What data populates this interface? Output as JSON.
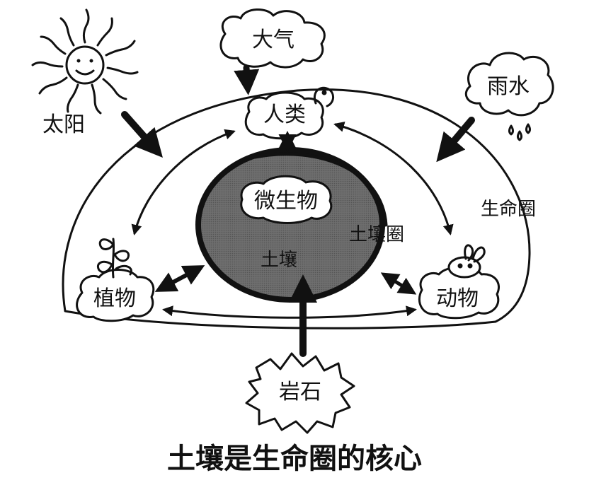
{
  "diagram": {
    "labels": {
      "atmosphere": "大气",
      "sun": "太阳",
      "rain": "雨水",
      "humans": "人类",
      "microbes": "微生物",
      "soil_sphere": "土壤圈",
      "soil": "土壤",
      "biosphere": "生命圈",
      "plants": "植物",
      "animals": "动物",
      "rock": "岩石"
    },
    "caption": "土壤是生命圈的核心"
  }
}
